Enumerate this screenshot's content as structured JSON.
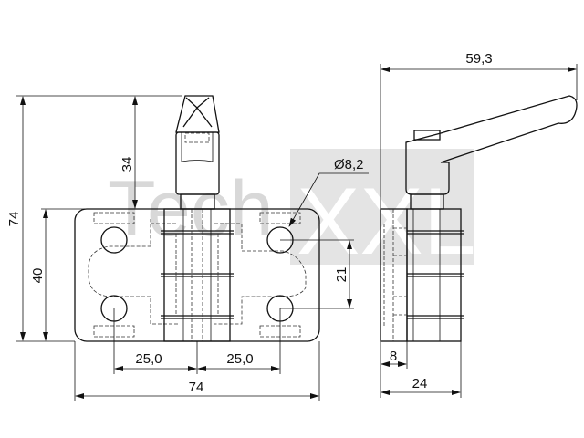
{
  "title": "Hinge with clamping lever - dimension drawing",
  "watermark": {
    "prefix": "Tech",
    "suffix": "XXL"
  },
  "dimensions": {
    "total_height": "74",
    "lever_height": "34",
    "plate_height": "40",
    "hole_diameter": "Ø8,2",
    "hole_vertical_spacing": "21",
    "hole_spacing_left": "25,0",
    "hole_spacing_right": "25,0",
    "plate_width": "74",
    "lever_reach": "59,3",
    "plate_thickness": "8",
    "total_depth": "24"
  },
  "colors": {
    "line": "#111111",
    "watermark": "#d8d8d8"
  }
}
